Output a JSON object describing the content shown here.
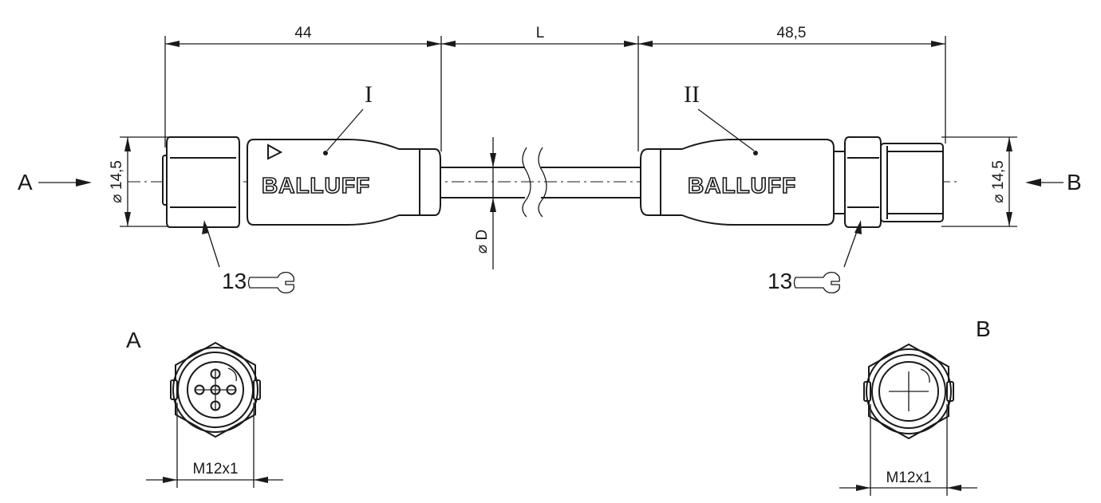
{
  "dimensions": {
    "left_length": "44",
    "cable_length": "L",
    "right_length": "48,5",
    "diameter_left": "⌀ 14,5",
    "diameter_right": "⌀ 14,5",
    "cable_diameter": "⌀ D",
    "wrench_left": "13",
    "wrench_right": "13",
    "thread_a": "M12x1",
    "thread_b": "M12x1"
  },
  "labels": {
    "view_a_arrow": "A",
    "view_b_arrow": "B",
    "connector_i": "I",
    "connector_ii": "II",
    "view_a_title": "A",
    "view_b_title": "B",
    "brand_left": "BALLUFF",
    "brand_right": "BALLUFF"
  },
  "icons": {
    "wrench": "wrench-icon",
    "pin_marker": "triangle-icon"
  }
}
